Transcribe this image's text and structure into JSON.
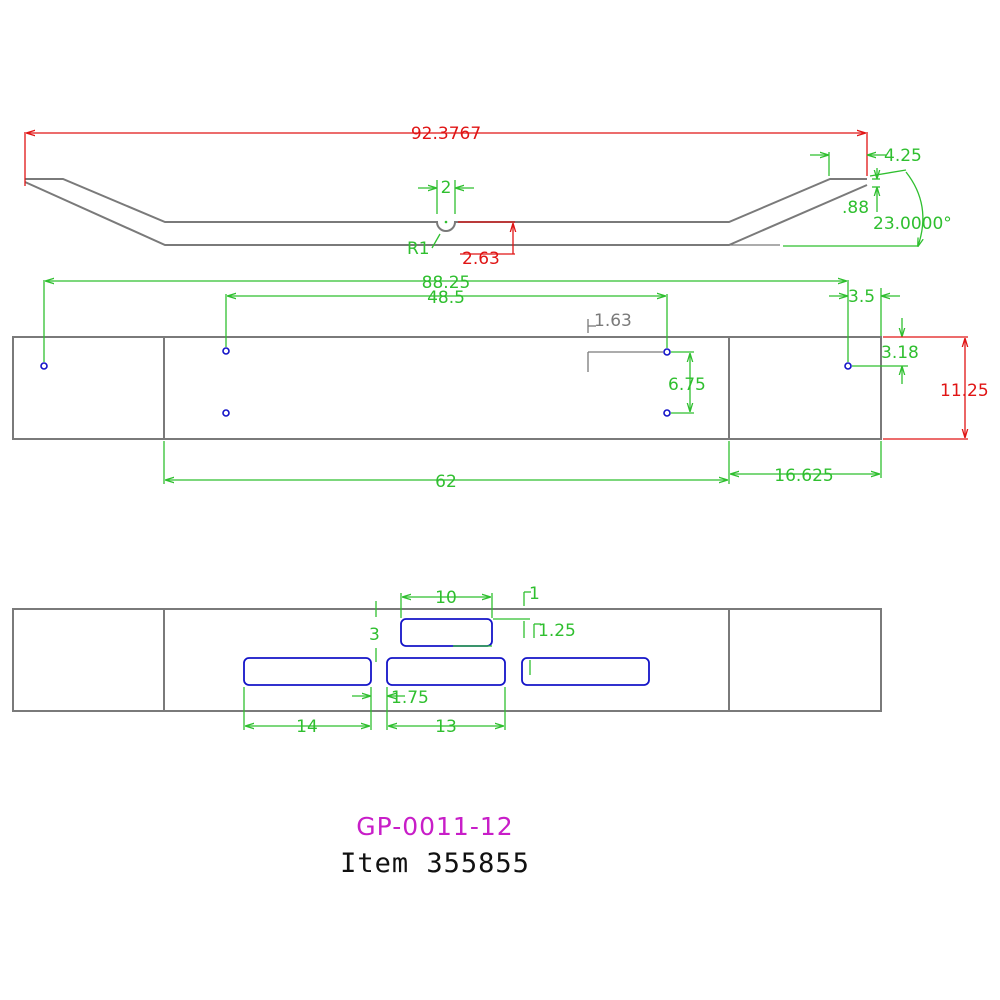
{
  "drawing": {
    "part_number": "GP-0011-12",
    "item_label": "Item 355855",
    "colors": {
      "outline": "#7a7a7a",
      "dimension": "#2fbf2f",
      "overall_dimension": "#e01414",
      "hole": "#1414c8",
      "part_number": "#c81ec8"
    },
    "side_view": {
      "overall_length": "92.3767",
      "notch_width": "2",
      "notch_radius": "R1",
      "notch_depth": "2.63",
      "end_width": "4.25",
      "end_thickness": ".88",
      "bend_angle": "23.0000°"
    },
    "top_view": {
      "hole_span_outer": "88.25",
      "hole_span_inner": "48.5",
      "offset_small": "1.63",
      "edge_offset": "3.5",
      "hole_from_top": "3.18",
      "width": "11.25",
      "hole_pitch": "6.75",
      "center_length": "62",
      "end_length": "16.625"
    },
    "bottom_view": {
      "slot_length_top": "10",
      "slot_top_offset": "1",
      "slot_vertical_gap": "1.25",
      "slot_left_offset": "3",
      "slot_gap": "1.75",
      "slot_length_left": "14",
      "slot_length_mid": "13"
    }
  }
}
